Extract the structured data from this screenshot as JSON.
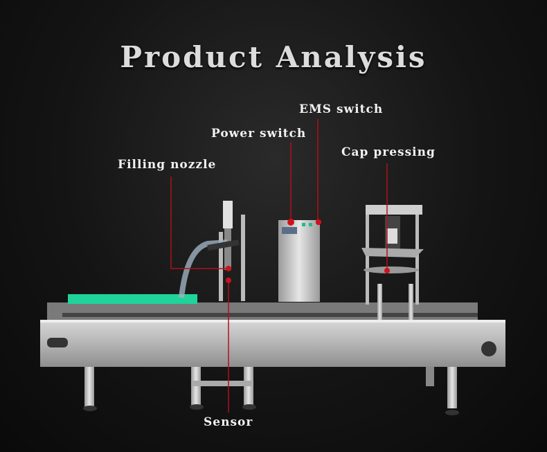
{
  "title": "Product Analysis",
  "labels": {
    "ems_switch": "EMS switch",
    "power_switch": "Power switch",
    "filling_nozzle": "Filling nozzle",
    "cap_pressing": "Cap pressing",
    "sensor": "Sensor"
  },
  "colors": {
    "leader": "#b0101a",
    "dot": "#d0101a",
    "accent_green": "#1fd39a"
  }
}
